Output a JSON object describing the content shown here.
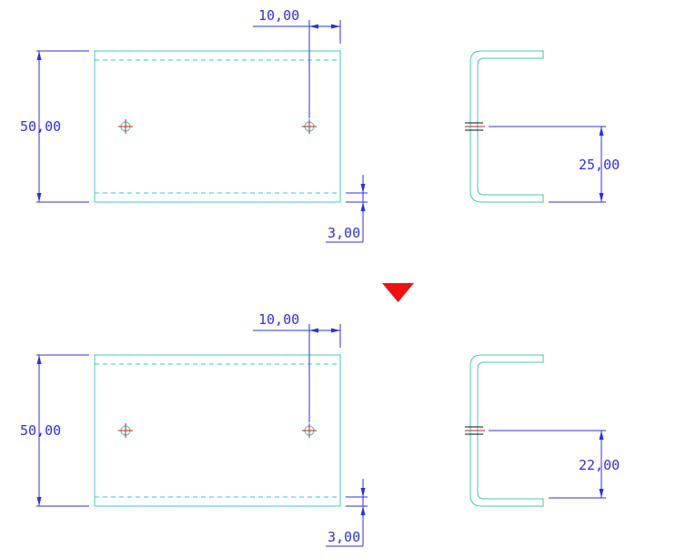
{
  "colors": {
    "outline": "#3ec9c0",
    "dimension": "#2f2fe0",
    "center_mark": "#d11e1e",
    "edge_line": "#111111",
    "arrow_marker": "#ee1111",
    "background": "#ffffff"
  },
  "separator": {
    "icon": "down-triangle-icon"
  },
  "drawings": [
    {
      "id": "top",
      "dims": {
        "height": "50,00",
        "hole_offset": "10,00",
        "thickness": "3,00",
        "side_hole_height": "25,00"
      }
    },
    {
      "id": "bottom",
      "dims": {
        "height": "50,00",
        "hole_offset": "10,00",
        "thickness": "3,00",
        "side_hole_height": "22,00"
      }
    }
  ]
}
